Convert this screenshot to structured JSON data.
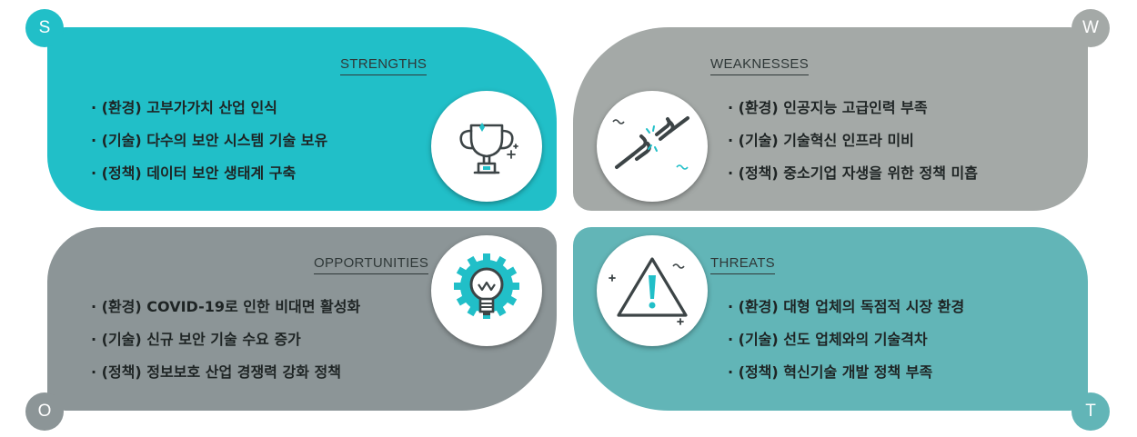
{
  "strengths": {
    "letter": "S",
    "title": "STRENGTHS",
    "icon": "trophy-icon",
    "color": "#21bfc8",
    "items": [
      "· (환경) 고부가가치 산업 인식",
      "· (기술) 다수의 보안 시스템 기술 보유",
      "· (정책) 데이터 보안 생태계 구축"
    ]
  },
  "weaknesses": {
    "letter": "W",
    "title": "WEAKNESSES",
    "icon": "broken-chain-icon",
    "color": "#a4a9a7",
    "items": [
      "· (환경) 인공지능 고급인력 부족",
      "· (기술) 기술혁신 인프라 미비",
      "· (정책) 중소기업 자생을 위한 정책 미흡"
    ]
  },
  "opportunities": {
    "letter": "O",
    "title": "OPPORTUNITIES",
    "icon": "lightbulb-gear-icon",
    "color": "#8c9597",
    "items": [
      "· (환경) COVID-19로 인한 비대면 활성화",
      "· (기술) 신규 보안 기술 수요 증가",
      "· (정책) 정보보호 산업 경쟁력 강화 정책"
    ]
  },
  "threats": {
    "letter": "T",
    "title": "THREATS",
    "icon": "warning-triangle-icon",
    "color": "#62b5b7",
    "items": [
      "· (환경) 대형 업체의 독점적 시장 환경",
      "· (기술) 선도 업체와의 기술격차",
      "· (정책) 혁신기술 개발 정책 부족"
    ]
  }
}
